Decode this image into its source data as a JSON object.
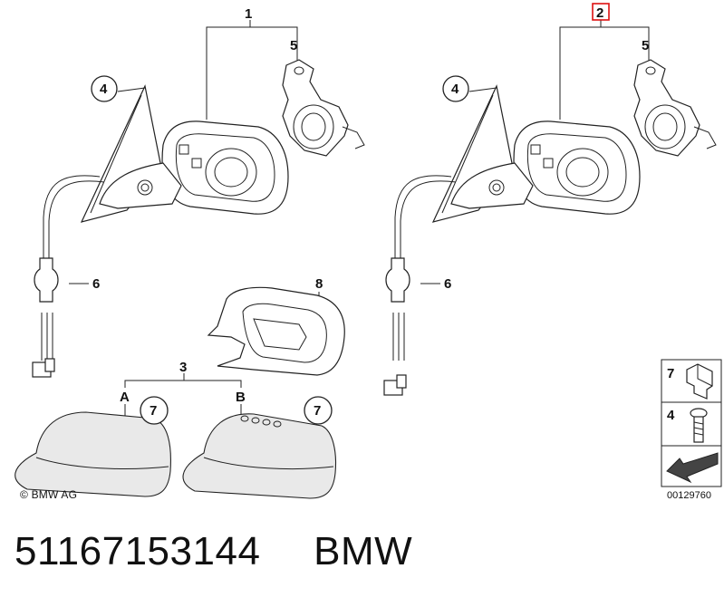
{
  "diagram": {
    "labels": {
      "assembly_left": "1",
      "assembly_right": "2",
      "bracket_left": "5",
      "bracket_right": "5",
      "glass_left": "4",
      "glass_right": "4",
      "cable_left": "6",
      "cable_right": "6",
      "frame": "8",
      "cap_group": "3",
      "cap_a": "A",
      "cap_b": "B",
      "cap_a_note": "7",
      "cap_b_note": "7"
    },
    "legend": {
      "clip_label": "7",
      "screw_label": "4"
    },
    "copyright": "© BMW AG",
    "diagram_number": "00129760"
  },
  "footer": {
    "part_number": "51167153144",
    "brand": "BMW"
  },
  "colors": {
    "highlight": "#dd1111",
    "line": "#222222"
  }
}
